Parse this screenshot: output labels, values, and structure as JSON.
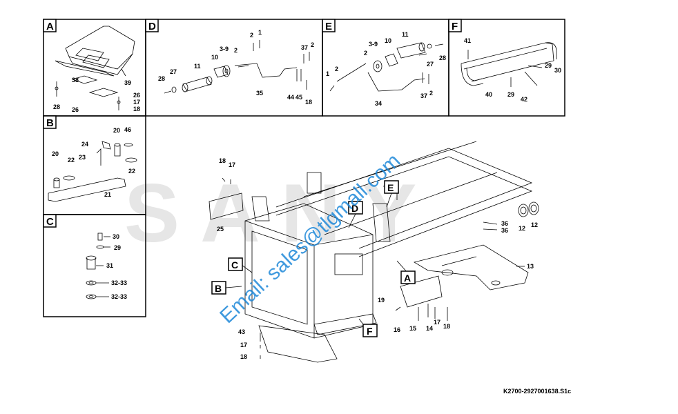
{
  "panels": {
    "A": {
      "letter": "A",
      "labels": [
        "38",
        "39",
        "28",
        "26",
        "26",
        "17",
        "18"
      ]
    },
    "B": {
      "letter": "B",
      "labels": [
        "20",
        "46",
        "24",
        "23",
        "20",
        "22",
        "22",
        "21"
      ]
    },
    "C": {
      "letter": "C",
      "labels": [
        "30",
        "29",
        "31",
        "32-33",
        "32-33"
      ]
    },
    "D": {
      "letter": "D",
      "labels": [
        "2",
        "1",
        "3-9",
        "2",
        "10",
        "27",
        "11",
        "28",
        "35",
        "37",
        "2",
        "44",
        "45",
        "18"
      ]
    },
    "E": {
      "letter": "E",
      "labels": [
        "11",
        "10",
        "3-9",
        "2",
        "2",
        "1",
        "28",
        "27",
        "37",
        "2",
        "34"
      ]
    },
    "F": {
      "letter": "F",
      "labels": [
        "41",
        "29",
        "30",
        "40",
        "29",
        "42"
      ]
    }
  },
  "main": {
    "callouts": {
      "A": "A",
      "B": "B",
      "C": "C",
      "D": "D",
      "E": "E",
      "F": "F"
    },
    "labels": [
      "18",
      "17",
      "25",
      "36",
      "36",
      "12",
      "12",
      "13",
      "19",
      "16",
      "15",
      "14",
      "17",
      "18",
      "43",
      "17",
      "18"
    ]
  },
  "watermark": {
    "email": "Email: sales@tlgmall.com",
    "brand": "SANY"
  },
  "drawing_code": "K2700-2927001638.S1c",
  "colors": {
    "line": "#000000",
    "watermark_email": "#1e88d8",
    "watermark_brand": "#e0e0e0"
  }
}
